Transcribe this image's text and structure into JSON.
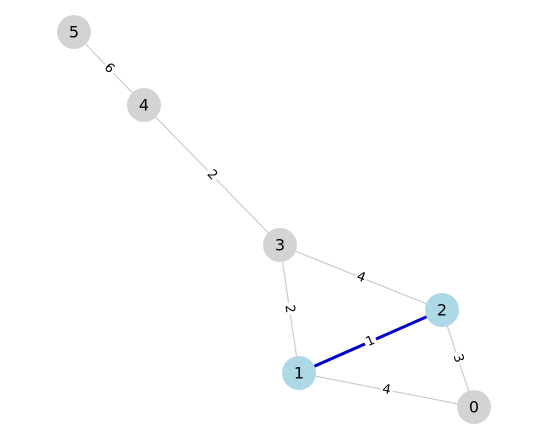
{
  "graph": {
    "colors": {
      "node_default": "#d3d3d3",
      "node_highlight": "#add8e6",
      "edge_default": "#cccccc",
      "edge_highlight": "#0000cc",
      "label_text": "#000000"
    },
    "nodes": [
      {
        "id": "0",
        "label": "0",
        "highlighted": false
      },
      {
        "id": "1",
        "label": "1",
        "highlighted": true
      },
      {
        "id": "2",
        "label": "2",
        "highlighted": true
      },
      {
        "id": "3",
        "label": "3",
        "highlighted": false
      },
      {
        "id": "4",
        "label": "4",
        "highlighted": false
      },
      {
        "id": "5",
        "label": "5",
        "highlighted": false
      }
    ],
    "edges": [
      {
        "source": "5",
        "target": "4",
        "weight": "6",
        "highlighted": false
      },
      {
        "source": "4",
        "target": "3",
        "weight": "2",
        "highlighted": false
      },
      {
        "source": "3",
        "target": "2",
        "weight": "4",
        "highlighted": false
      },
      {
        "source": "3",
        "target": "1",
        "weight": "2",
        "highlighted": false
      },
      {
        "source": "1",
        "target": "2",
        "weight": "1",
        "highlighted": true
      },
      {
        "source": "2",
        "target": "0",
        "weight": "3",
        "highlighted": false
      },
      {
        "source": "1",
        "target": "0",
        "weight": "4",
        "highlighted": false
      }
    ]
  }
}
